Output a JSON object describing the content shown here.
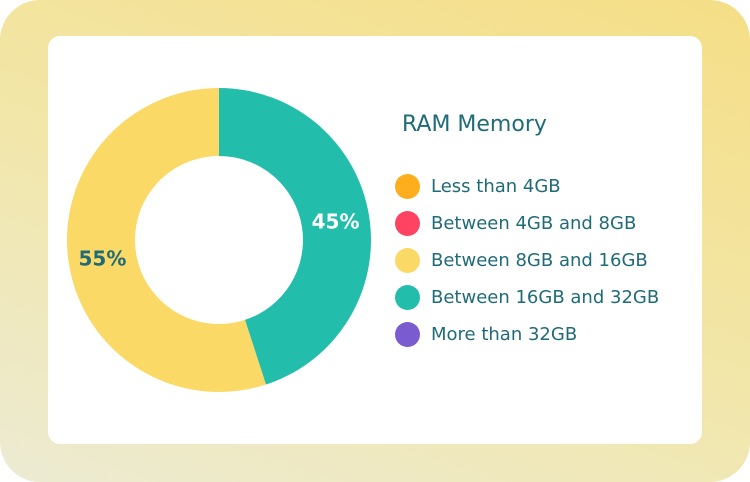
{
  "chart_data": {
    "type": "pie",
    "variant": "donut",
    "title": "RAM Memory",
    "categories": [
      "Less than 4GB",
      "Between 4GB and 8GB",
      "Between 8GB and 16GB",
      "Between 16GB and 32GB",
      "More than 32GB"
    ],
    "values": [
      0,
      0,
      55,
      45,
      0
    ],
    "colors": [
      "#fdae1c",
      "#fe4462",
      "#fbd967",
      "#22bdab",
      "#7b5bd0"
    ],
    "data_labels": [
      "",
      "",
      "55%",
      "45%",
      ""
    ],
    "label_colors": [
      "#1f6b78",
      "#1f6b78",
      "#1f6b78",
      "#ffffff",
      "#1f6b78"
    ],
    "legend_position": "right"
  }
}
